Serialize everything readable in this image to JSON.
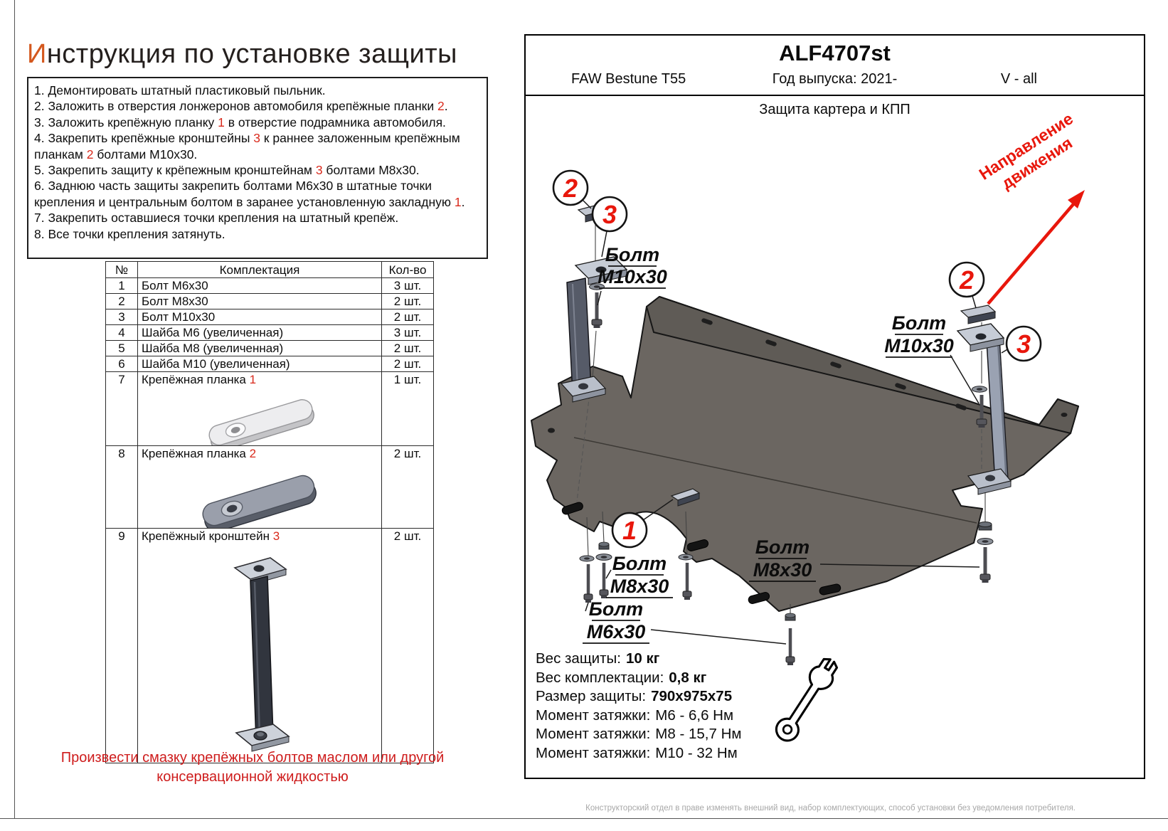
{
  "page": {
    "title": {
      "lead": "И",
      "rest": "нструкция по установке защиты"
    }
  },
  "instructions": [
    [
      {
        "t": "1. Демонтировать штатный пластиковый пыльник."
      }
    ],
    [
      {
        "t": "2. Заложить в отверстия лонжеронов автомобиля крепёжные планки "
      },
      {
        "t": "2",
        "red": true
      },
      {
        "t": "."
      }
    ],
    [
      {
        "t": "3. Заложить крепёжную планку "
      },
      {
        "t": "1",
        "red": true
      },
      {
        "t": " в отверстие подрамника автомобиля."
      }
    ],
    [
      {
        "t": "4. Закрепить крепёжные кронштейны "
      },
      {
        "t": "3",
        "red": true
      },
      {
        "t": " к раннее заложенным крепёжным планкам "
      },
      {
        "t": "2",
        "red": true
      },
      {
        "t": " болтами М10х30."
      }
    ],
    [
      {
        "t": "5. Закрепить защиту к крёпежным кронштейнам "
      },
      {
        "t": "3",
        "red": true
      },
      {
        "t": " болтами М8х30."
      }
    ],
    [
      {
        "t": "6. Заднюю часть защиты закрепить болтами М6х30 в штатные точки крепления и центральным болтом в заранее установленную закладную "
      },
      {
        "t": "1",
        "red": true
      },
      {
        "t": "."
      }
    ],
    [
      {
        "t": "7. Закрепить оставшиеся точки крепления на штатный крепёж."
      }
    ],
    [
      {
        "t": "8. Все точки крепления затянуть."
      }
    ]
  ],
  "parts_table": {
    "headers": [
      "№",
      "Комплектация",
      "Кол-во"
    ],
    "rows": [
      {
        "n": "1",
        "name": "Болт М6х30",
        "red": "",
        "qty": "3 шт.",
        "img": ""
      },
      {
        "n": "2",
        "name": "Болт М8х30",
        "red": "",
        "qty": "2 шт.",
        "img": ""
      },
      {
        "n": "3",
        "name": "Болт М10х30",
        "red": "",
        "qty": "2 шт.",
        "img": ""
      },
      {
        "n": "4",
        "name": "Шайба М6 (увеличенная)",
        "red": "",
        "qty": "3 шт.",
        "img": ""
      },
      {
        "n": "5",
        "name": "Шайба М8 (увеличенная)",
        "red": "",
        "qty": "2 шт.",
        "img": ""
      },
      {
        "n": "6",
        "name": "Шайба М10 (увеличенная)",
        "red": "",
        "qty": "2 шт.",
        "img": ""
      },
      {
        "n": "7",
        "name": "Крепёжная планка ",
        "red": "1",
        "qty": "1 шт.",
        "img": "img-plate1"
      },
      {
        "n": "8",
        "name": "Крепёжная планка ",
        "red": "2",
        "qty": "2 шт.",
        "img": "img-plate2"
      },
      {
        "n": "9",
        "name": "Крепёжный кронштейн ",
        "red": "3",
        "qty": "2 шт.",
        "img": "img-bracket3"
      }
    ]
  },
  "lubrication_note": "Произвести смазку крепёжных болтов маслом или другой консервационной жидкостью",
  "header": {
    "part_number": "ALF4707st",
    "vehicle": "FAW Bestune T55",
    "year_label": "Год выпуска: 2021-",
    "engine": "V - all",
    "drawing_title": "Защита картера и КПП"
  },
  "direction_label": {
    "line1": "Направление",
    "line2": "движения"
  },
  "callouts": {
    "n1": "1",
    "n2": "2",
    "n3": "3"
  },
  "bolt_labels": {
    "m10_left": [
      "Болт",
      "М10х30"
    ],
    "m10_right": [
      "Болт",
      "М10х30"
    ],
    "m8_left": [
      "Болт",
      "М8х30"
    ],
    "m6_bottom": [
      "Болт",
      "М6х30"
    ],
    "m8_right": [
      "Болт",
      "М8х30"
    ]
  },
  "specs": [
    {
      "label": "Вес защиты:",
      "value": "10 кг"
    },
    {
      "label": "Вес комплектации:",
      "value": "0,8 кг"
    },
    {
      "label": "Размер защиты:",
      "value": "790х975х75"
    },
    {
      "label": "Момент затяжки:",
      "value": "М6 - 6,6 Нм"
    },
    {
      "label": "Момент затяжки:",
      "value": "М8 - 15,7 Нм"
    },
    {
      "label": "Момент затяжки:",
      "value": "М10 - 32 Нм"
    }
  ],
  "footer_note": "Конструкторский отдел в праве изменять внешний вид, набор комплектующих, способ установки без уведомления потребителя.",
  "colors": {
    "accent_red": "#d92a1c",
    "title_lead": "#d4581e",
    "plate": "#6b6661",
    "direction_red": "#e8170c"
  }
}
